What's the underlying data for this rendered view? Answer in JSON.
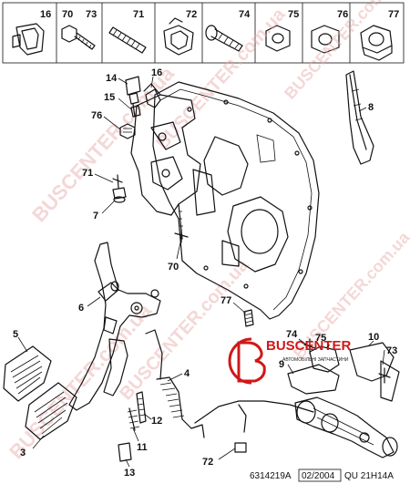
{
  "header_cells": [
    {
      "num": "16",
      "icon": "plastic-clip-icon"
    },
    {
      "num": "70",
      "num2": "73",
      "icon": "hex-bolt-icon"
    },
    {
      "num": "71",
      "icon": "threaded-stud-icon"
    },
    {
      "num": "72",
      "icon": "spring-clip-icon"
    },
    {
      "num": "74",
      "icon": "flange-bolt-icon"
    },
    {
      "num": "75",
      "icon": "hex-nut-icon"
    },
    {
      "num": "76",
      "icon": "hex-nut-icon"
    },
    {
      "num": "77",
      "icon": "collar-nut-icon"
    }
  ],
  "callouts": [
    {
      "id": "c14",
      "text": "14"
    },
    {
      "id": "c16",
      "text": "16"
    },
    {
      "id": "c15",
      "text": "15"
    },
    {
      "id": "c76",
      "text": "76"
    },
    {
      "id": "c8",
      "text": "8"
    },
    {
      "id": "c71",
      "text": "71"
    },
    {
      "id": "c7",
      "text": "7"
    },
    {
      "id": "c70",
      "text": "70"
    },
    {
      "id": "c6",
      "text": "6"
    },
    {
      "id": "c77",
      "text": "77"
    },
    {
      "id": "c5",
      "text": "5"
    },
    {
      "id": "c4",
      "text": "4"
    },
    {
      "id": "c74",
      "text": "74"
    },
    {
      "id": "c75",
      "text": "75"
    },
    {
      "id": "c9",
      "text": "9"
    },
    {
      "id": "c10",
      "text": "10"
    },
    {
      "id": "c73",
      "text": "73"
    },
    {
      "id": "c12",
      "text": "12"
    },
    {
      "id": "c11",
      "text": "11"
    },
    {
      "id": "c3",
      "text": "3"
    },
    {
      "id": "c13",
      "text": "13"
    },
    {
      "id": "c72",
      "text": "72"
    }
  ],
  "watermark": {
    "text": "BUSCENTER.com.ua",
    "color": "#e8a8a8"
  },
  "logo": {
    "main": "BUSCENTER",
    "sub": "АВТОМОБІЛЬНІ ЗАПЧАСТИНИ",
    "color_main": "#d01818",
    "color_ring": "#d01818",
    "color_sub": "#222222"
  },
  "footer": {
    "ref": "6314219A",
    "date": "02/2004",
    "code": "QU 21H14A"
  }
}
